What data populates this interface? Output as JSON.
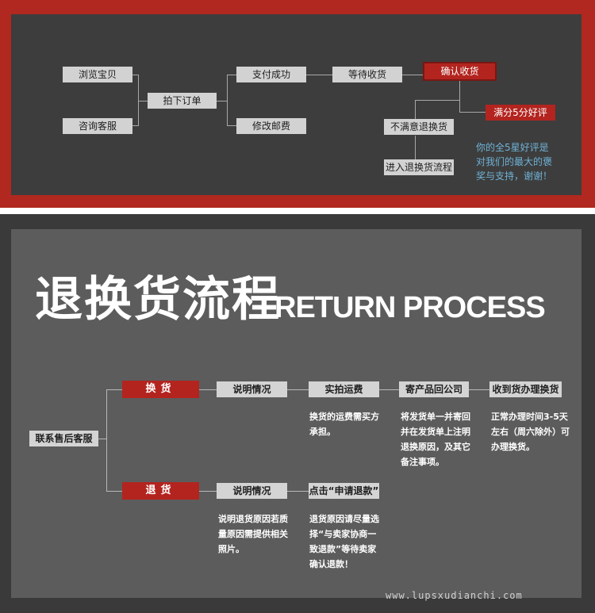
{
  "top_flow": {
    "browse": "浏览宝贝",
    "consult": "咨询客服",
    "order": "拍下订单",
    "paid": "支付成功",
    "change_postage": "修改邮费",
    "wait_receive": "等待收货",
    "confirm_receive": "确认收货",
    "five_star": "满分5分好评",
    "unsatisfied": "不满意退换货",
    "enter_return": "进入退换货流程",
    "note_lines": [
      "你的全5星好评是",
      "对我们的最大的褒",
      "奖与支持，谢谢！"
    ]
  },
  "return_process": {
    "title_cn": "退换货流程",
    "title_en": "RETURN PROCESS",
    "contact": "联系售后客服",
    "exchange": "换货",
    "refund": "退货",
    "exchange_steps": [
      "说明情况",
      "实拍运费",
      "寄产品回公司",
      "收到货办理换货"
    ],
    "refund_steps": [
      "说明情况",
      "点击“申请退款”"
    ],
    "exchange_notes": [
      [
        "换货的运费需买方",
        "承担。"
      ],
      [
        "将发货单一并寄回",
        "并在发货单上注明",
        "退换原因，及其它",
        "备注事项。"
      ],
      [
        "正常办理时间3-5天",
        "左右（周六除外）可",
        "办理换货。"
      ]
    ],
    "refund_notes": [
      [
        "说明退货原因若质",
        "量原因需提供相关",
        "照片。"
      ],
      [
        "退货原因请尽量选",
        "择“与卖家协商一",
        "致退款”等待卖家",
        "确认退款！"
      ]
    ]
  },
  "watermark": "www.lupsxudianchi.com"
}
